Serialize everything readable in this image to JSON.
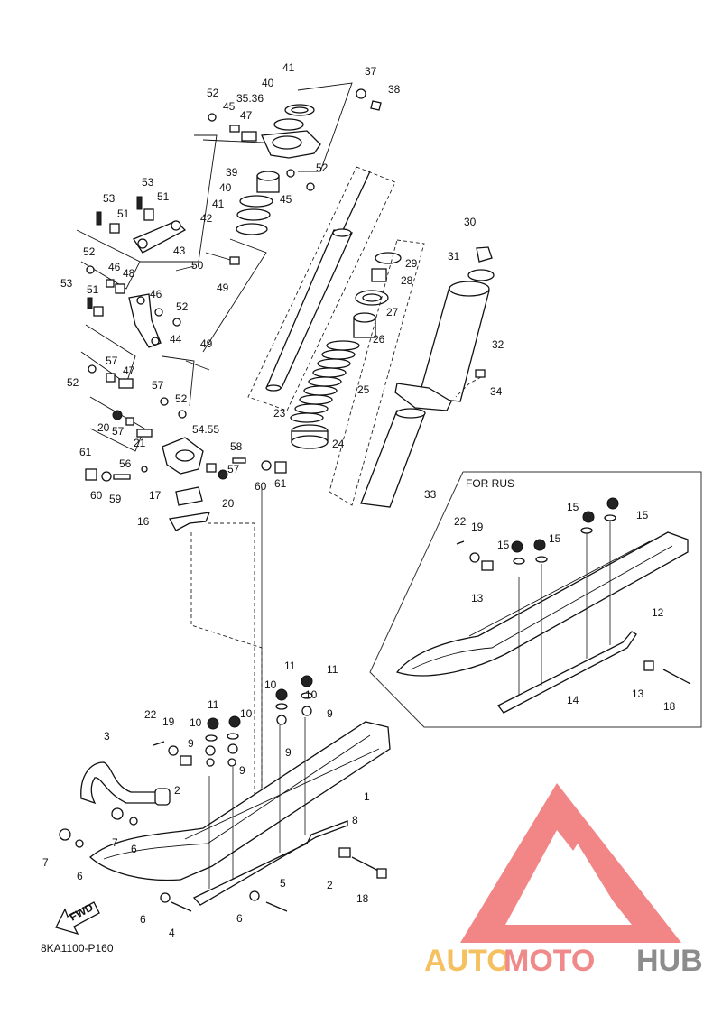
{
  "diagram": {
    "code": "8KA1100-P160",
    "inset_title": "FOR RUS",
    "fwd_label": "FWD",
    "watermark": {
      "part1": "AUTO",
      "part2": "MOTO",
      "part3": "HUB",
      "color1": "#f5c060",
      "color2": "#f08a8a",
      "color3": "#8c8c8c",
      "logo_color": "#f07070"
    },
    "callouts": [
      "1",
      "2",
      "3",
      "4",
      "5",
      "6",
      "7",
      "8",
      "9",
      "10",
      "11",
      "12",
      "13",
      "14",
      "15",
      "16",
      "17",
      "18",
      "19",
      "20",
      "21",
      "22",
      "23",
      "24",
      "25",
      "26",
      "27",
      "28",
      "29",
      "30",
      "31",
      "32",
      "33",
      "34",
      "35.36",
      "37",
      "38",
      "39",
      "40",
      "41",
      "42",
      "43",
      "44",
      "45",
      "46",
      "47",
      "48",
      "49",
      "50",
      "51",
      "52",
      "53",
      "54.55",
      "56",
      "57",
      "58",
      "59",
      "60",
      "61"
    ]
  }
}
